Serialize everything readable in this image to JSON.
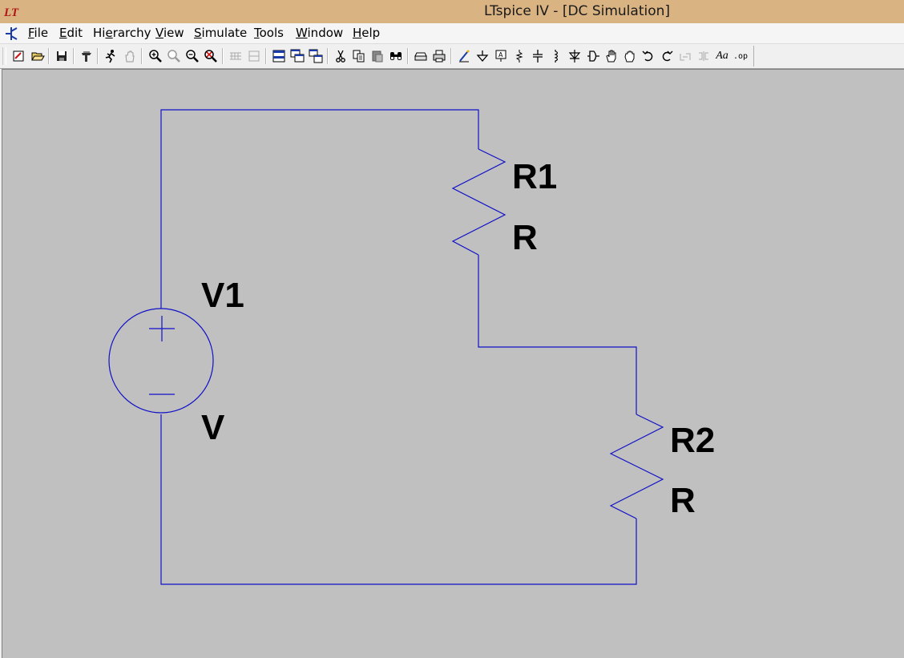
{
  "window": {
    "title": "LTspice IV - [DC Simulation]"
  },
  "menu": [
    {
      "accel": "F",
      "rest": "ile"
    },
    {
      "accel": "E",
      "rest": "dit"
    },
    {
      "pre": "Hi",
      "accel": "e",
      "rest": "rarchy"
    },
    {
      "accel": "V",
      "rest": "iew"
    },
    {
      "accel": "S",
      "rest": "imulate"
    },
    {
      "accel": "T",
      "rest": "ools"
    },
    {
      "accel": "W",
      "rest": "indow"
    },
    {
      "accel": "H",
      "rest": "elp"
    }
  ],
  "toolbar_icons": [
    "new-schematic-icon",
    "open-icon",
    "save-icon",
    "control-panel-icon",
    "run-icon",
    "halt-icon",
    "zoom-in-icon",
    "zoom-pan-icon",
    "zoom-out-icon",
    "zoom-cancel-icon",
    "tile-horizontal-icon",
    "tile-vertical-icon",
    "cascade-icon",
    "close-window-icon",
    "restore-icon",
    "cut-icon",
    "copy-icon",
    "paste-icon",
    "find-icon",
    "print-setup-icon",
    "print-icon",
    "wire-icon",
    "ground-icon",
    "label-net-icon",
    "resistor-icon",
    "capacitor-icon",
    "inductor-icon",
    "diode-icon",
    "component-icon",
    "move-icon",
    "drag-icon",
    "undo-icon",
    "redo-icon",
    "rotate-icon",
    "mirror-icon",
    "text-icon",
    "spice-directive-icon"
  ],
  "toolbar_text": {
    "text_tool": "Aa",
    "op_tool": ".op"
  },
  "schematic": {
    "components": [
      {
        "id": "v1",
        "name": "V1",
        "value": "V",
        "type": "voltage-source"
      },
      {
        "id": "r1",
        "name": "R1",
        "value": "R",
        "type": "resistor"
      },
      {
        "id": "r2",
        "name": "R2",
        "value": "R",
        "type": "resistor"
      }
    ],
    "wire_color": "#1010c8"
  }
}
